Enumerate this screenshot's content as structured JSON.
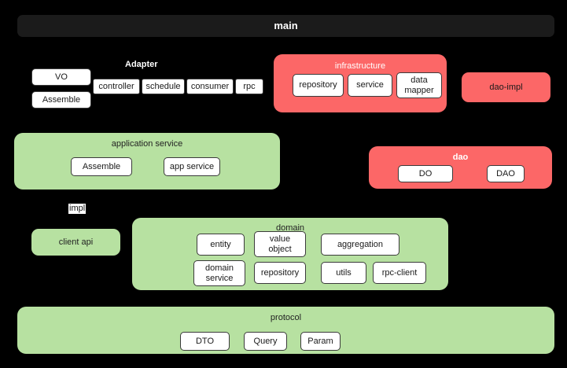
{
  "diagram": {
    "title": "main",
    "background_color": "#000000",
    "palette": {
      "main_bar": "#1b1b1b",
      "red_group": "#fc6767",
      "green_group": "#b7e1a1",
      "leaf_box": "#ffffff",
      "leaf_border": "#3b3b3b",
      "white_text": "#ffffff",
      "dark_text": "#1a1a1a"
    }
  },
  "labels": {
    "adapter": "Adapter",
    "impl": "impl"
  },
  "adapter_side_boxes": [
    {
      "label": "VO"
    },
    {
      "label": "Assemble"
    }
  ],
  "adapter_row_boxes": [
    {
      "label": "controller"
    },
    {
      "label": "schedule"
    },
    {
      "label": "consumer"
    },
    {
      "label": "rpc"
    }
  ],
  "groups": {
    "infrastructure": {
      "title": "infrastructure",
      "color": "#fc6767",
      "children": [
        {
          "label": "repository"
        },
        {
          "label": "service"
        },
        {
          "label": "data mapper",
          "line1": "data",
          "line2": "mapper"
        }
      ]
    },
    "dao_impl": {
      "title": "dao-impl",
      "color": "#fc6767",
      "children": []
    },
    "application_service": {
      "title": "application service",
      "color": "#b7e1a1",
      "children": [
        {
          "label": "Assemble"
        },
        {
          "label": "app service"
        }
      ]
    },
    "dao": {
      "title": "dao",
      "color": "#fc6767",
      "title_bold": true,
      "children": [
        {
          "label": "DO"
        },
        {
          "label": "DAO"
        }
      ]
    },
    "client_api": {
      "title": "client api",
      "color": "#b7e1a1",
      "children": []
    },
    "domain": {
      "title": "domain",
      "color": "#b7e1a1",
      "children": [
        {
          "label": "entity"
        },
        {
          "label": "value object",
          "line1": "value",
          "line2": "object"
        },
        {
          "label": "aggregation"
        },
        {
          "label": "domain service",
          "line1": "domain",
          "line2": "service"
        },
        {
          "label": "repository"
        },
        {
          "label": "utils"
        },
        {
          "label": "rpc-client"
        }
      ]
    },
    "protocol": {
      "title": "protocol",
      "color": "#b7e1a1",
      "children": [
        {
          "label": "DTO"
        },
        {
          "label": "Query"
        },
        {
          "label": "Param"
        }
      ]
    }
  }
}
